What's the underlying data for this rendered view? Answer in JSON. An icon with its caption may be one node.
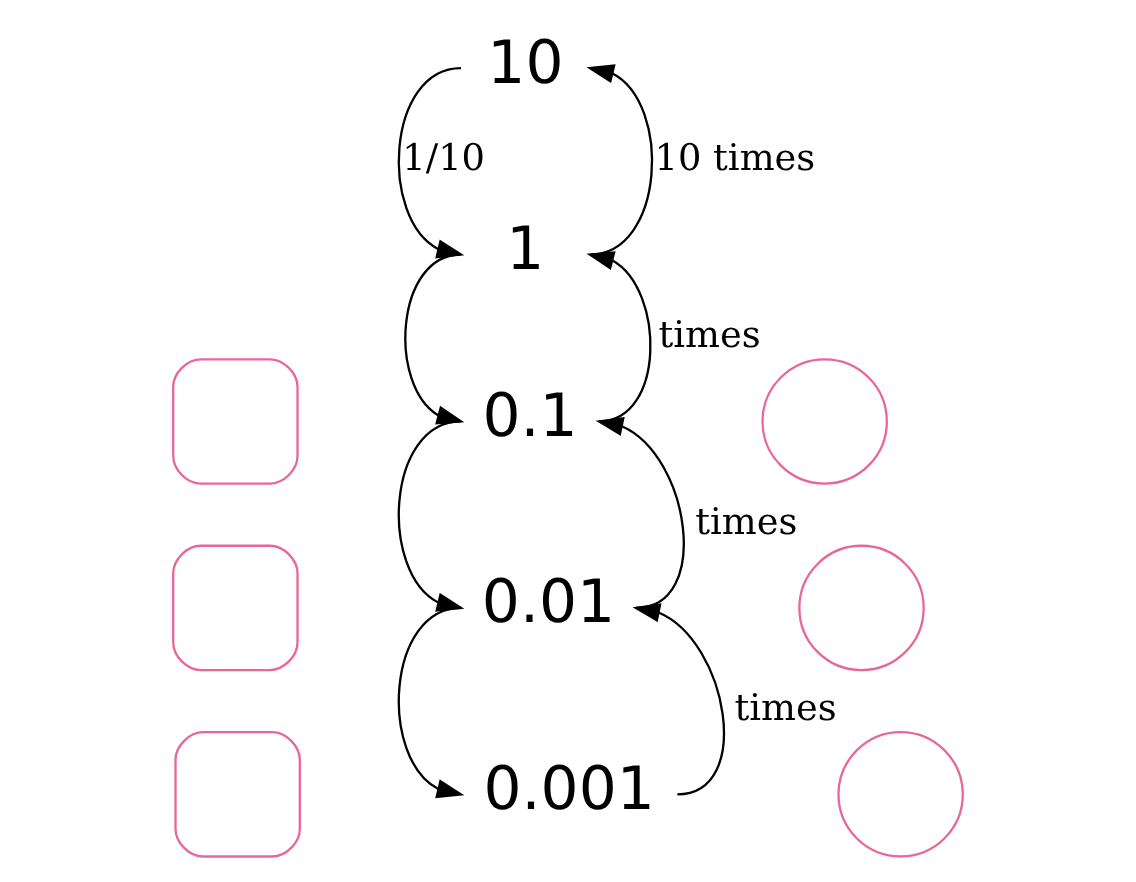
{
  "diagram": {
    "nodes": [
      {
        "text": [
          "10"
        ]
      },
      {
        "text": [
          "1"
        ]
      },
      {
        "text": [],
        "shape": "box"
      },
      {
        "text": [],
        "shape": "circle",
        "beside": [
          "times"
        ]
      },
      {
        "text": [
          "0.1"
        ]
      },
      {
        "text": [],
        "shape": "box"
      },
      {
        "text": [],
        "shape": "circle",
        "beside": [
          "times"
        ]
      },
      {
        "text": [
          "0.01"
        ]
      },
      {
        "text": [],
        "shape": "box"
      },
      {
        "text": [],
        "shape": "circle",
        "beside": [
          "times"
        ]
      },
      {
        "text": [
          "0.001"
        ]
      }
    ],
    "edges": [
      {
        "from": 0,
        "to": 1,
        "arrow": "to",
        "label": "1/10"
      },
      {
        "from": 1,
        "to": 0,
        "arrow": "to",
        "label": "10 times"
      },
      {
        "from": 1,
        "to": 4,
        "arrow": "to"
      },
      {
        "from": 4,
        "to": 1,
        "arrow": "to"
      },
      {
        "from": 4,
        "to": 7,
        "arrow": "to"
      },
      {
        "from": 7,
        "to": 4,
        "arrow": "to"
      },
      {
        "from": 7,
        "to": 10,
        "arrow": "to"
      },
      {
        "from": 10,
        "to": 7,
        "arrow": "to"
      }
    ]
  }
}
